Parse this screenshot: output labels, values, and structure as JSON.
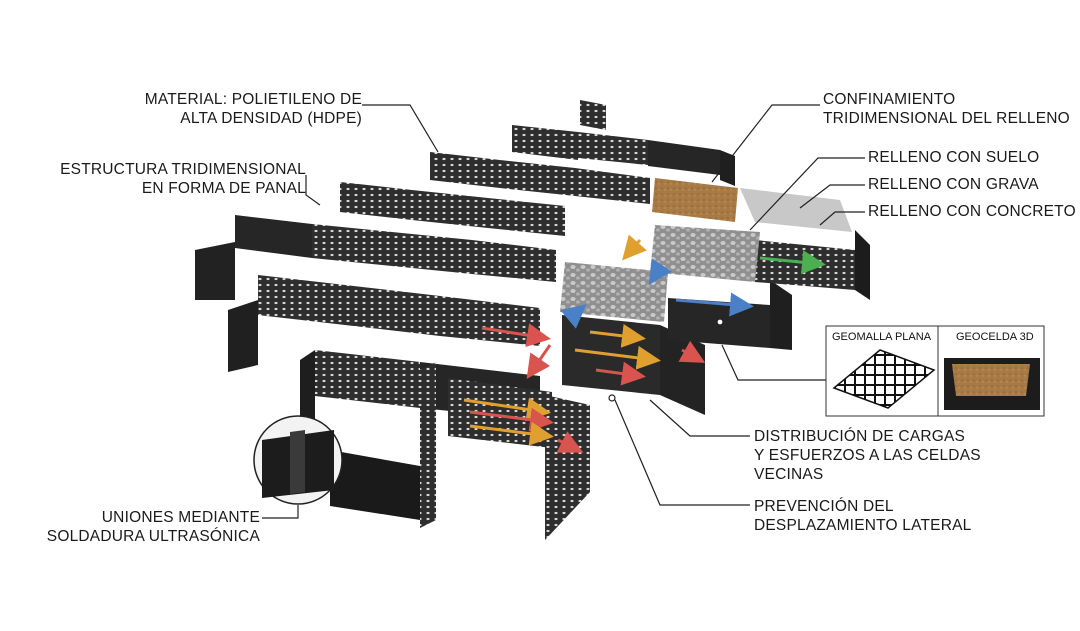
{
  "labels": {
    "material_l1": "MATERIAL: POLIETILENO DE",
    "material_l2": "ALTA DENSIDAD (HDPE)",
    "estructura_l1": "ESTRUCTURA TRIDIMENSIONAL",
    "estructura_l2": "EN FORMA DE PANAL",
    "uniones_l1": "UNIONES MEDIANTE",
    "uniones_l2": "SOLDADURA ULTRASÓNICA",
    "confinamiento_l1": "CONFINAMIENTO",
    "confinamiento_l2": "TRIDIMENSIONAL DEL RELLENO",
    "suelo": "RELLENO CON SUELO",
    "grava": "RELLENO CON GRAVA",
    "concreto": "RELLENO CON CONCRETO",
    "distribucion_l1": "DISTRIBUCIÓN DE CARGAS",
    "distribucion_l2": "Y ESFUERZOS A LAS CELDAS",
    "distribucion_l3": "VECINAS",
    "prevencion_l1": "PREVENCIÓN DEL",
    "prevencion_l2": "DESPLAZAMIENTO LATERAL"
  },
  "comparison": {
    "geomalla": "GEOMALLA PLANA",
    "geocelda": "GEOCELDA 3D"
  },
  "colors": {
    "cell_wall": "#2a2a2a",
    "soil": "#a87a45",
    "gravel": "#9a9a9a",
    "concrete": "#c8c8c8",
    "arrow_red": "#d9534f",
    "arrow_yellow": "#e0a030",
    "arrow_blue": "#4a80c8",
    "arrow_green": "#4caf50"
  }
}
